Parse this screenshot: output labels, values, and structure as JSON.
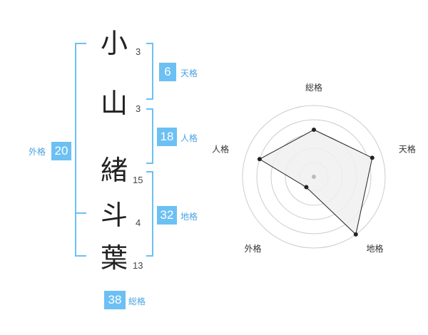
{
  "name": {
    "chars": [
      {
        "char": "小",
        "strokes": "3"
      },
      {
        "char": "山",
        "strokes": "3"
      },
      {
        "char": "緒",
        "strokes": "15"
      },
      {
        "char": "斗",
        "strokes": "4"
      },
      {
        "char": "葉",
        "strokes": "13"
      }
    ]
  },
  "fortunes": {
    "tenkaku": {
      "value": "6",
      "label": "天格"
    },
    "jinkaku": {
      "value": "18",
      "label": "人格"
    },
    "chikaku": {
      "value": "32",
      "label": "地格"
    },
    "gaikaku": {
      "value": "20",
      "label": "外格"
    },
    "soukaku": {
      "value": "38",
      "label": "総格"
    }
  },
  "colors": {
    "accent": "#6cc0f3",
    "label_text": "#4aa3e0",
    "radar_fill": "#f0f0f0",
    "radar_ring": "#cccccc"
  },
  "chart_data": {
    "type": "radar",
    "axes": [
      "総格",
      "天格",
      "地格",
      "外格",
      "人格"
    ],
    "values": [
      0.66,
      0.86,
      1.0,
      0.18,
      0.8
    ],
    "max": 1.0,
    "rings": 5
  }
}
